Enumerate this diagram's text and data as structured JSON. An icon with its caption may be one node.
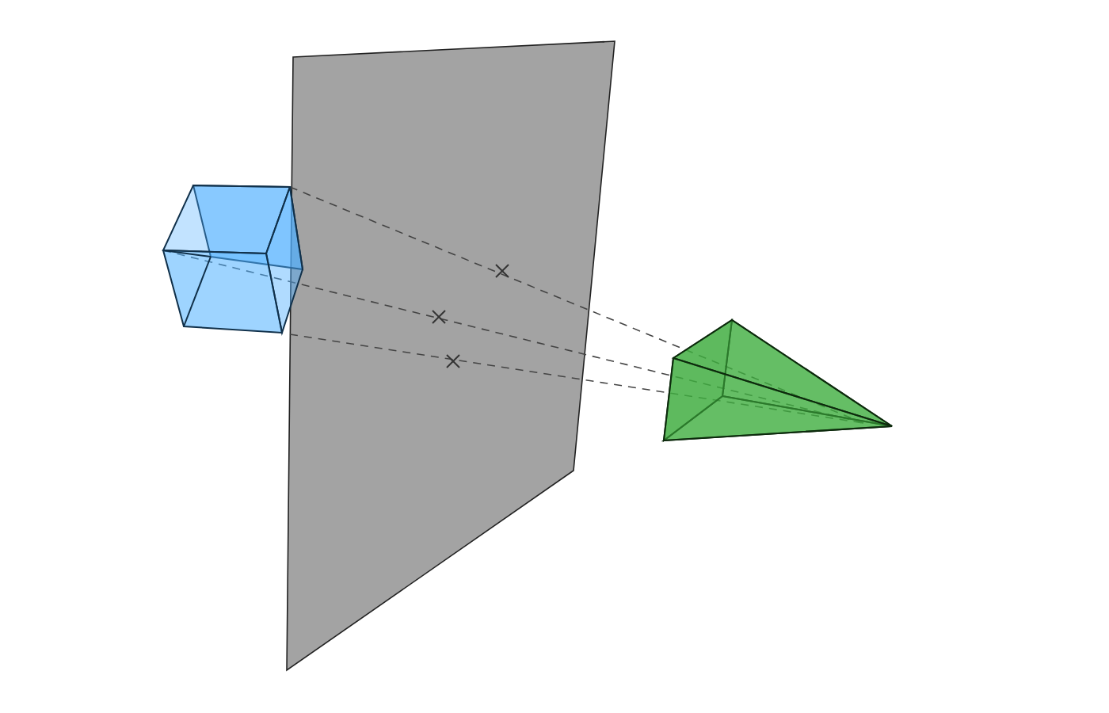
{
  "diagram": {
    "nodes": [
      {
        "text": [],
        "shape": "cube"
      },
      {
        "text": [],
        "shape": "pyramid"
      }
    ],
    "edges": [
      {
        "from": 0,
        "to": 1,
        "arrow": "none",
        "style": "dashed"
      },
      {
        "from": 0,
        "to": 1,
        "arrow": "none",
        "style": "dashed"
      },
      {
        "from": 0,
        "to": 1,
        "arrow": "none",
        "style": "dashed"
      }
    ]
  }
}
